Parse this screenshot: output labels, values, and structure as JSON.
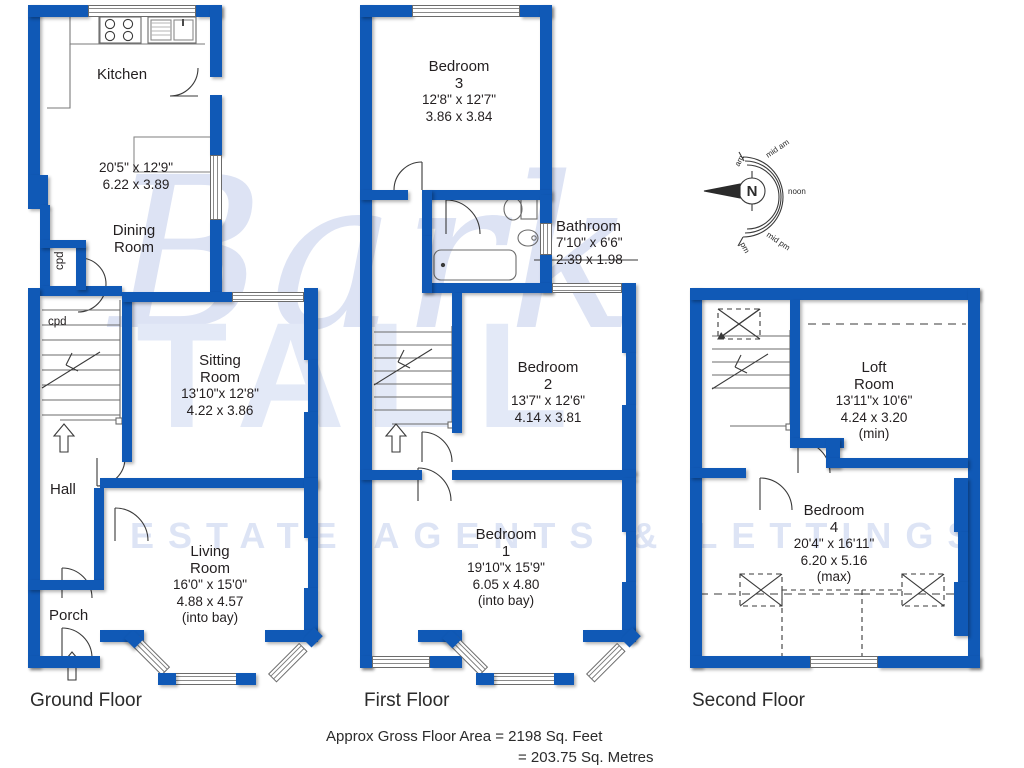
{
  "document": {
    "type": "property-floorplan",
    "accent_color": "#1059b6",
    "text_color": "#231f20",
    "watermark": {
      "script": "Bark",
      "block": "TALL",
      "tagline": "ESTATE AGENTS & LETTINGS"
    }
  },
  "footer": {
    "area_feet": "Approx Gross Floor Area  =  2198  Sq. Feet",
    "area_metres": "=  203.75  Sq. Metres"
  },
  "compass": {
    "north_label": "N",
    "arc_labels": [
      "am",
      "mid am",
      "noon",
      "mid pm",
      "pm"
    ]
  },
  "floors": [
    {
      "id": "ground",
      "label": "Ground Floor",
      "rooms": [
        {
          "name": "Kitchen",
          "imperial": "",
          "metric": "",
          "note": ""
        },
        {
          "name": "Dining",
          "name2": "Room",
          "imperial": "20'5\" x  12'9\"",
          "metric": "6.22  x  3.89",
          "note": ""
        },
        {
          "name": "Sitting",
          "name2": "Room",
          "imperial": "13'10\"x  12'8\"",
          "metric": "4.22  x  3.86",
          "note": ""
        },
        {
          "name": "Living",
          "name2": "Room",
          "imperial": "16'0\"  x  15'0\"",
          "metric": "4.88  x  4.57",
          "note": "(into bay)"
        },
        {
          "name": "Hall",
          "imperial": "",
          "metric": "",
          "note": ""
        },
        {
          "name": "Porch",
          "imperial": "",
          "metric": "",
          "note": ""
        }
      ],
      "cupboards": [
        "cpd",
        "cpd"
      ]
    },
    {
      "id": "first",
      "label": "First Floor",
      "rooms": [
        {
          "name": "Bedroom",
          "name2": "3",
          "imperial": "12'8\"  x  12'7\"",
          "metric": "3.86  x  3.84",
          "note": ""
        },
        {
          "name": "Bathroom",
          "imperial": "7'10\"  x   6'6\"",
          "metric": "2.39  x  1.98",
          "note": ""
        },
        {
          "name": "Bedroom",
          "name2": "2",
          "imperial": "13'7\"  x  12'6\"",
          "metric": "4.14  x  3.81",
          "note": ""
        },
        {
          "name": "Bedroom",
          "name2": "1",
          "imperial": "19'10\"x  15'9\"",
          "metric": "6.05  x  4.80",
          "note": "(into bay)"
        }
      ],
      "cupboards": []
    },
    {
      "id": "second",
      "label": "Second Floor",
      "rooms": [
        {
          "name": "Loft",
          "name2": "Room",
          "imperial": "13'11\"x  10'6\"",
          "metric": "4.24  x  3.20",
          "note": "(min)"
        },
        {
          "name": "Bedroom",
          "name2": "4",
          "imperial": "20'4\"  x 16'11\"",
          "metric": "6.20  x  5.16",
          "note": "(max)"
        }
      ],
      "cupboards": []
    }
  ]
}
